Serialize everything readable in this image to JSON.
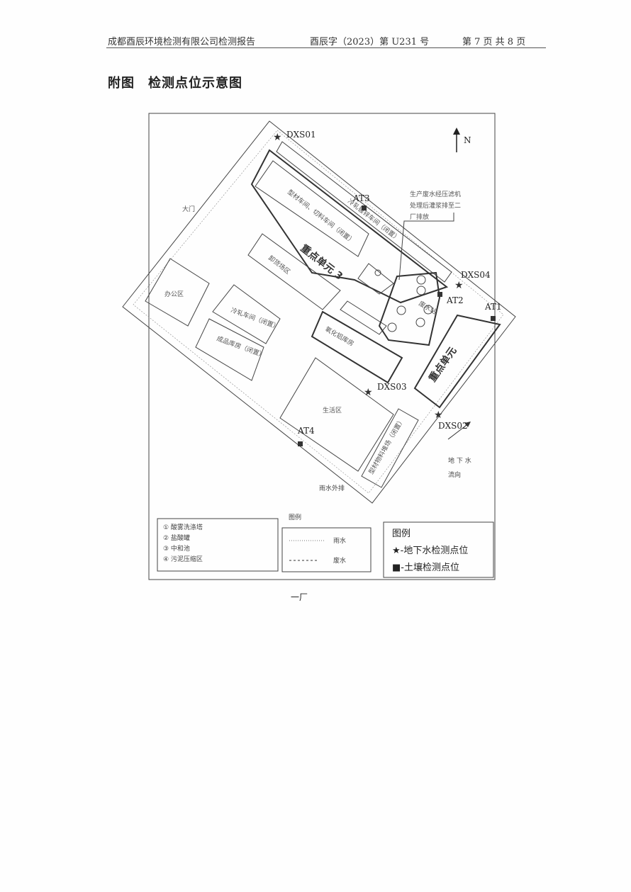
{
  "header": {
    "company": "成都酉辰环境检测有限公司检测报告",
    "report_no": "酉辰字（2023）第 U231 号",
    "page": "第 7 页 共 8 页"
  },
  "title": "附图　检测点位示意图",
  "map": {
    "north": "N",
    "gate": "大门",
    "zones": {
      "cold_roll": "冷轧镀锌车间（闭置）",
      "profile": "型材车间、切料车间（闭置）",
      "key_unit": "重点单元 3",
      "warehouse": "卸货场区",
      "office": "办公区",
      "cold_workshop": "冷轧车间（闭置）",
      "finished": "成品库房（闭置）",
      "oxide": "氧化铝库房",
      "living": "生活区",
      "profile_warehouse": "型材物料堆场（闭置）",
      "key_unit_right": "重点单元",
      "waste_station": "废水站"
    },
    "waste_note": [
      "生产废水经压滤机",
      "处理后灌浆排至二",
      "厂排放"
    ],
    "points": {
      "dxs01": "DXS01",
      "dxs02": "DXS02",
      "dxs03": "DXS03",
      "dxs04": "DXS04",
      "at1": "AT1",
      "at2": "AT2",
      "at3": "AT3",
      "at4": "AT4"
    },
    "flow": [
      "地 下 水",
      "流向"
    ],
    "rain_outlet": "雨水外排",
    "plant_label": "一厂"
  },
  "legend_left": {
    "items": [
      "① 酸雾洗涤塔",
      "② 盐酸罐",
      "③ 中和池",
      "④ 污泥压缩区"
    ]
  },
  "legend_mid": {
    "title": "图例",
    "rain": "雨水",
    "waste": "废水"
  },
  "legend_right": {
    "title": "图例",
    "groundwater": "★-地下水检测点位",
    "soil": "■-土壤检测点位"
  }
}
